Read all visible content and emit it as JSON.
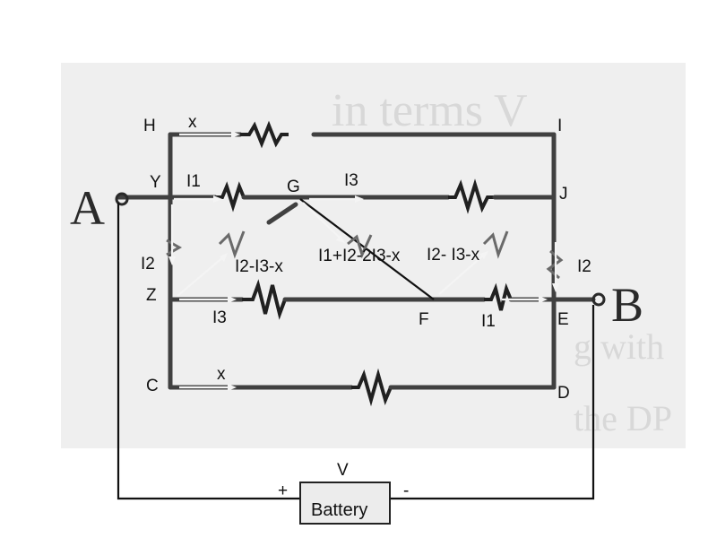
{
  "nodes": {
    "H": "H",
    "Y": "Y",
    "Z": "Z",
    "C": "C",
    "G": "G",
    "F": "F",
    "I": "I",
    "J": "J",
    "E": "E",
    "D": "D"
  },
  "terminals": {
    "A": "A",
    "B": "B"
  },
  "currents": {
    "hi_x": "x",
    "yg_I1": "I1",
    "gj_I3": "I3",
    "yz_I2": "I2",
    "zg": "I2-I3-x",
    "gf": "I1+I2-2I3-x",
    "fj": "I2- I3-x",
    "je_I2": "I2",
    "zf_I3": "I3",
    "fe_I1": "I1",
    "cd_x": "x"
  },
  "battery": {
    "label": "Battery",
    "voltage": "V",
    "plus": "+",
    "minus": "-"
  },
  "background_text": {
    "line1": "in terms V",
    "line2": "g with",
    "line3": "the DP"
  }
}
